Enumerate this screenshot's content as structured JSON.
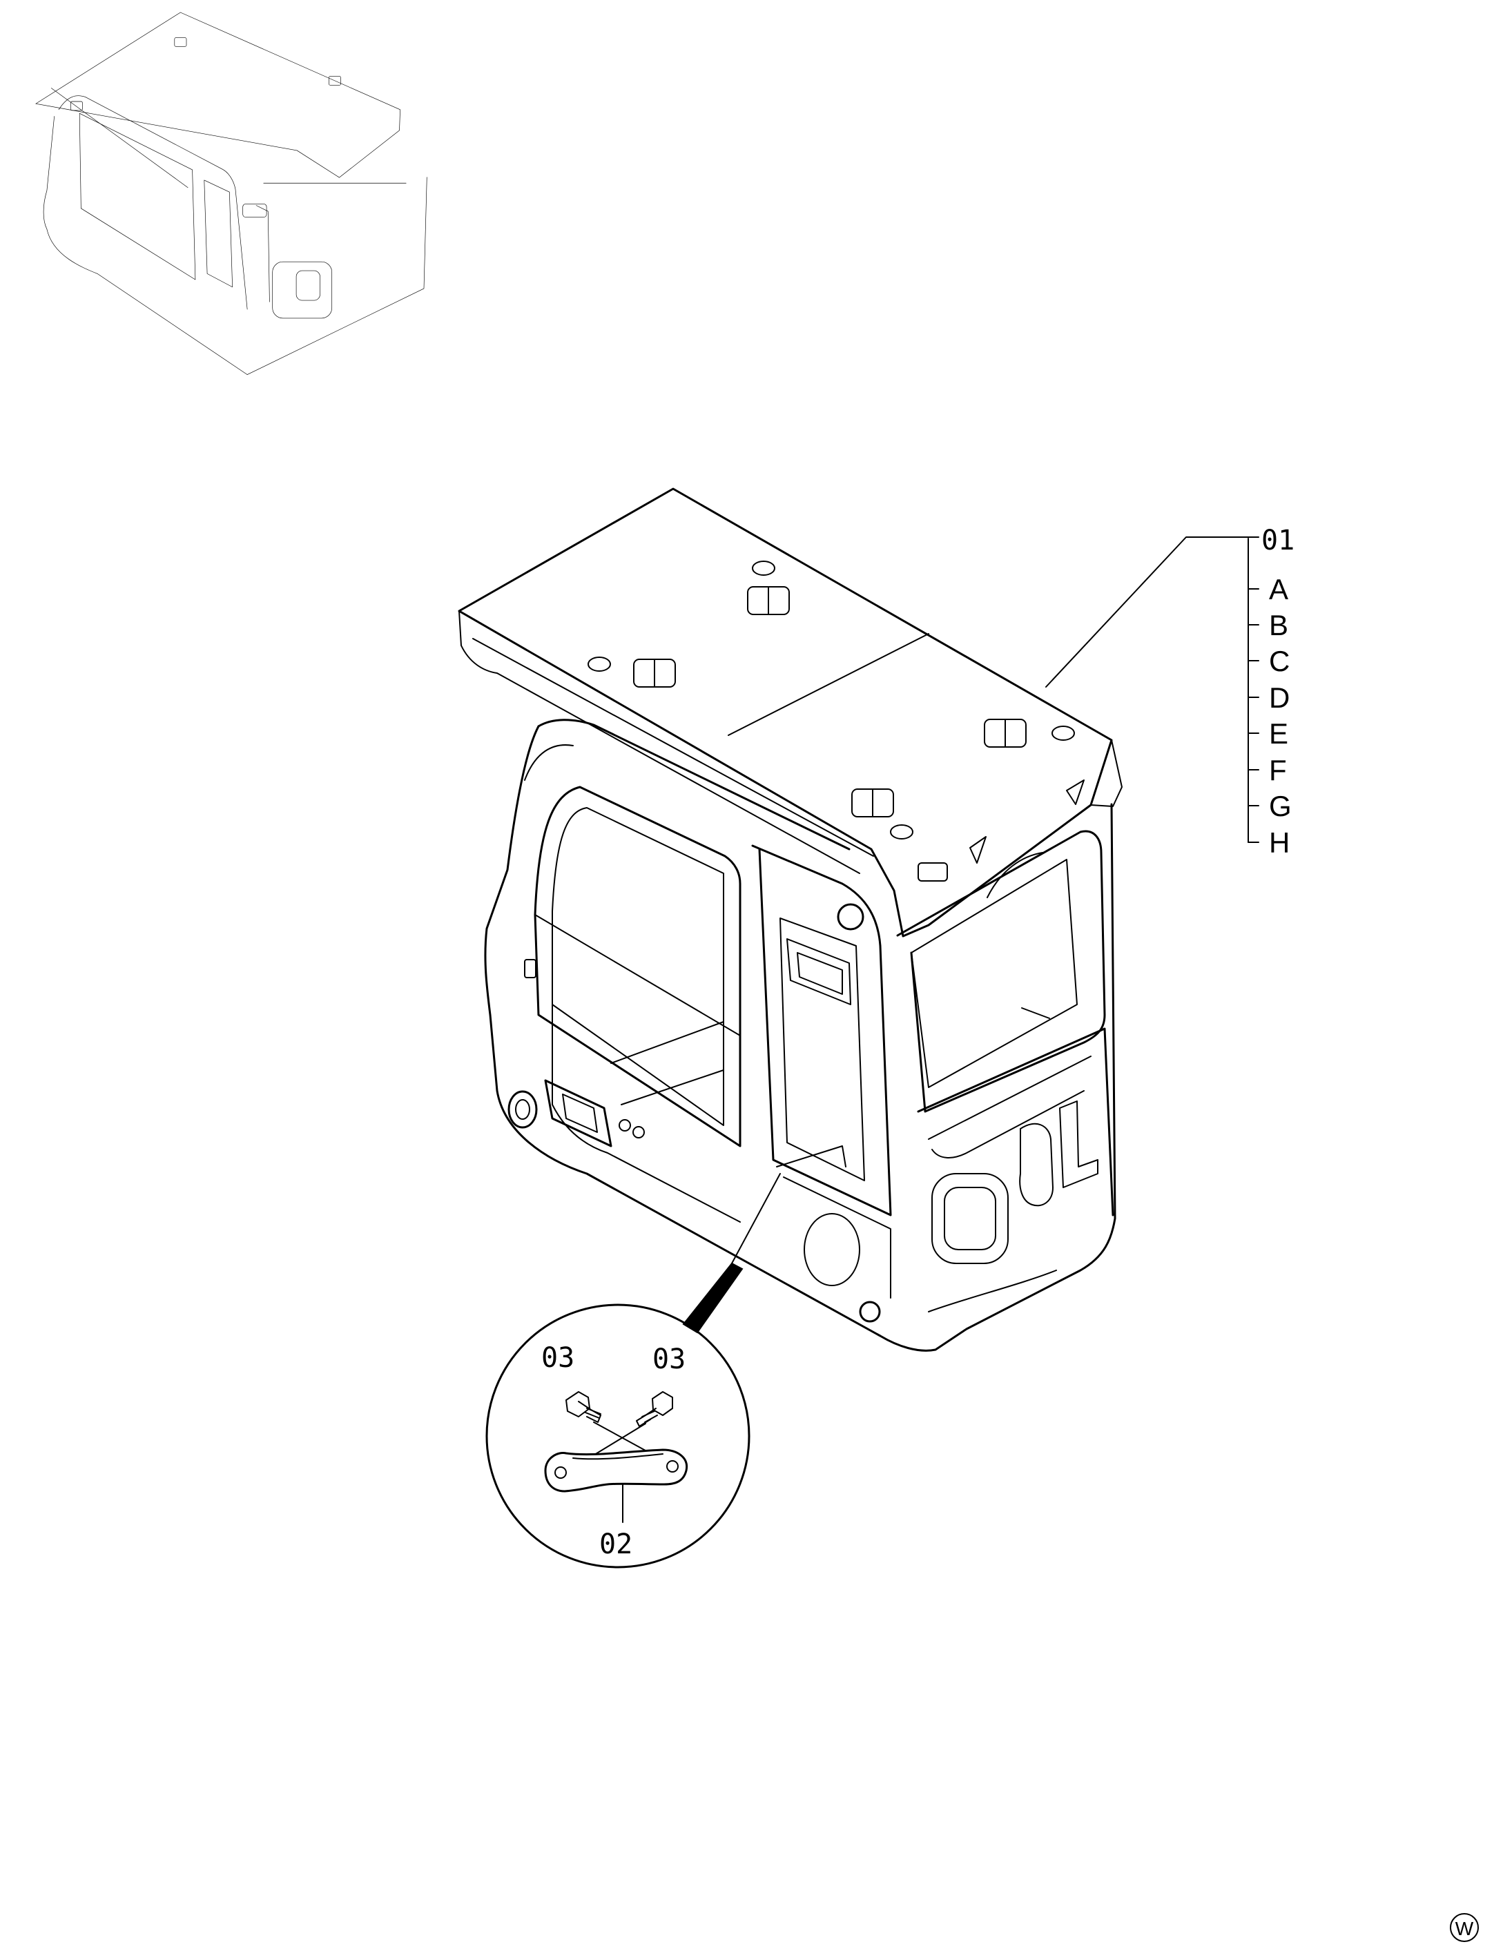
{
  "callouts": {
    "part_01": "01",
    "part_02": "02",
    "part_03_left": "03",
    "part_03_right": "03"
  },
  "variants": [
    "A",
    "B",
    "C",
    "D",
    "E",
    "F",
    "G",
    "H"
  ],
  "corner_mark": "W",
  "icons": {
    "overview": "cab-overview-thumbnail-icon",
    "main": "operator-cab-assembly-icon",
    "detail": "handle-detail-magnifier-icon"
  }
}
